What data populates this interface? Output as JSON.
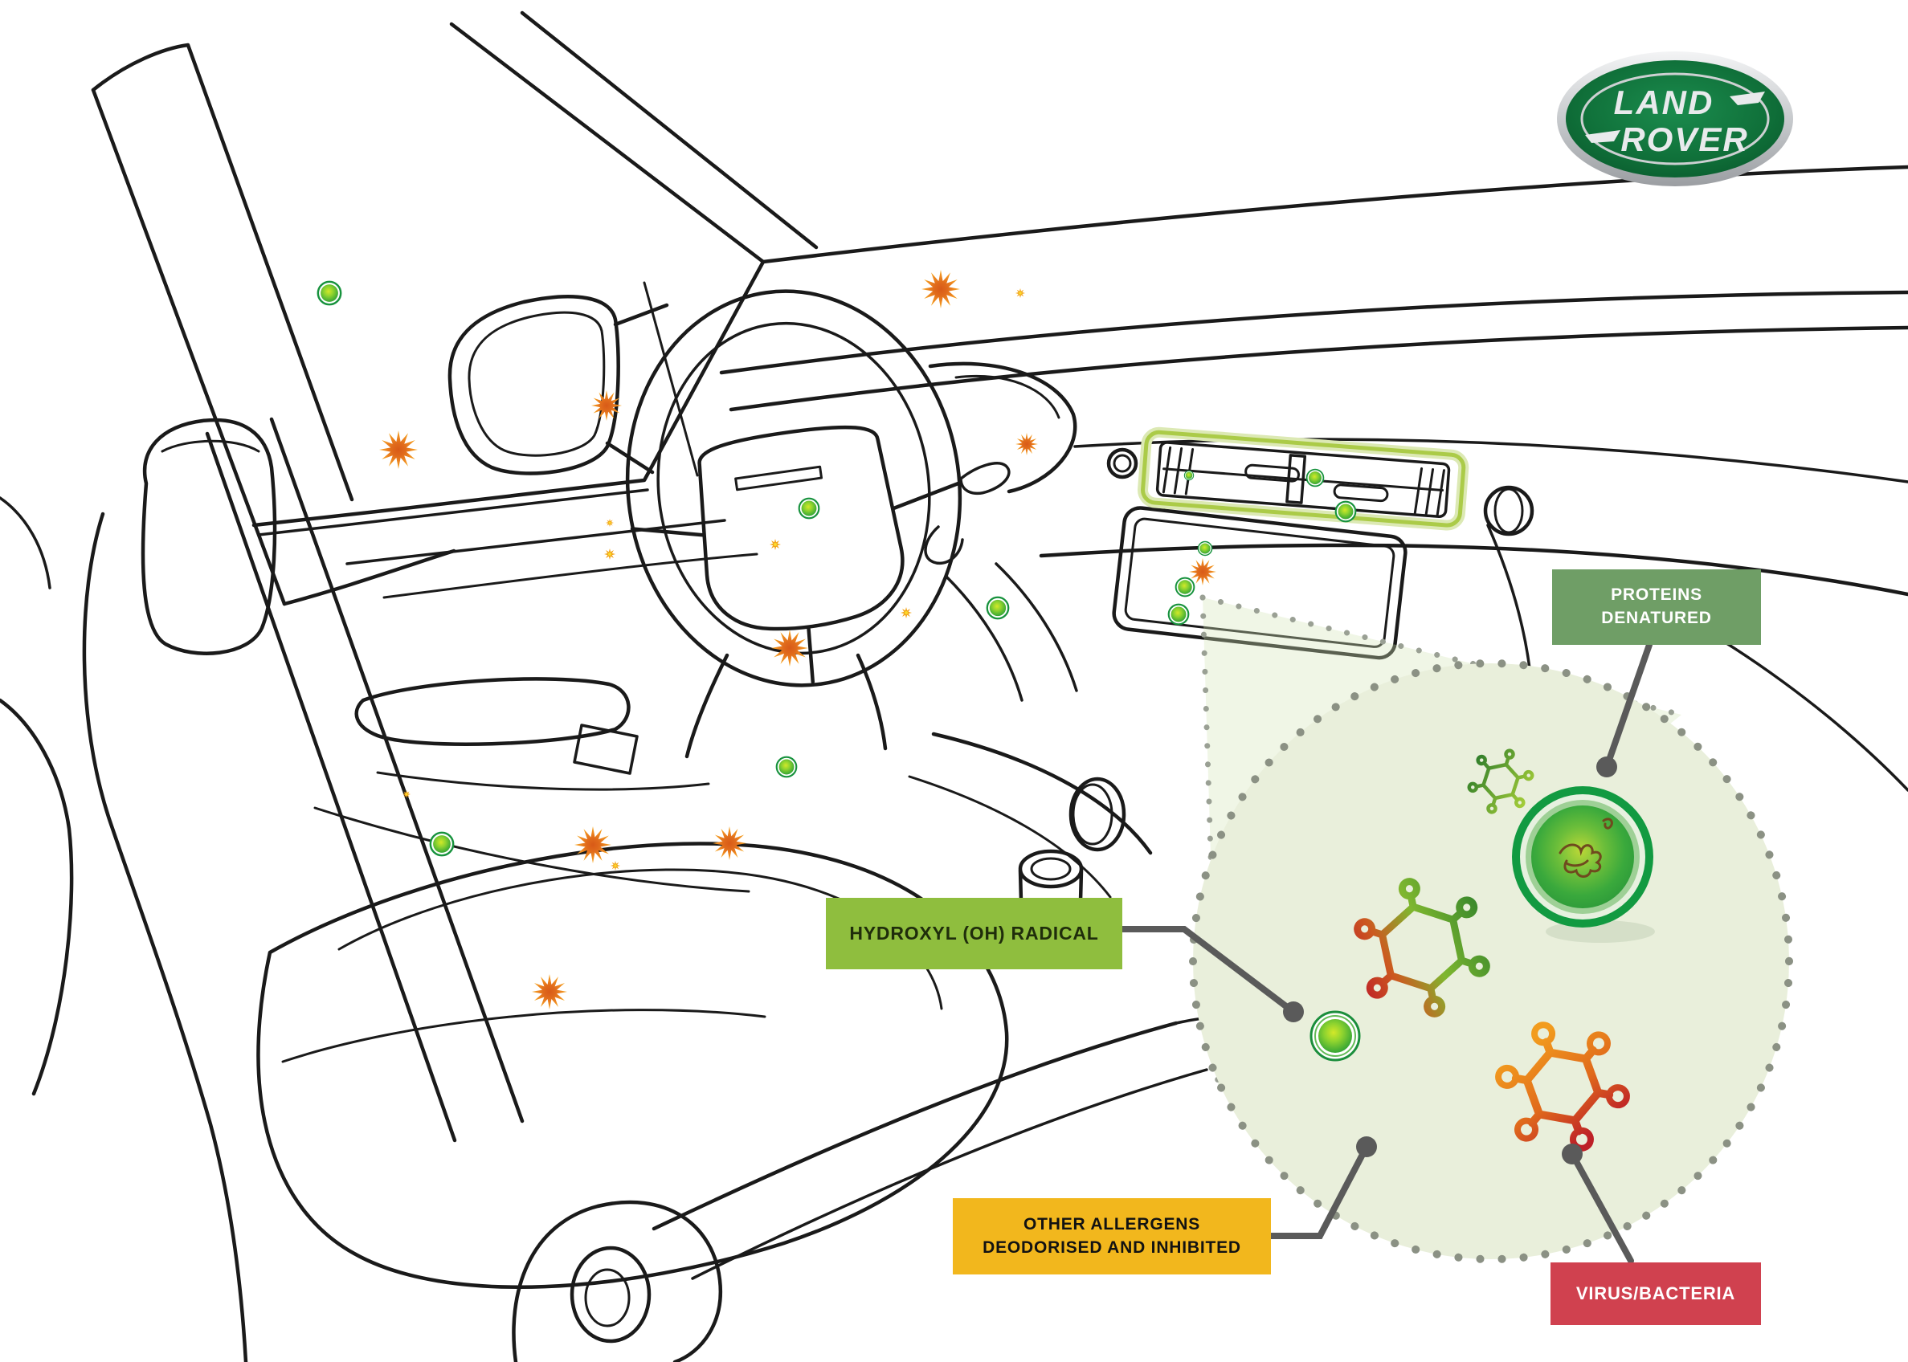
{
  "brand": {
    "name": "Land Rover",
    "logo_word_top": "LAND",
    "logo_word_bottom": "ROVER",
    "logo_green": "#0d6b36",
    "logo_silver": "#c9cccf"
  },
  "callouts": {
    "proteins": {
      "line1": "PROTEINS",
      "line2": "DENATURED",
      "bg": "#6f9e66",
      "fg": "#ffffff"
    },
    "hydroxyl": {
      "text": "HYDROXYL (OH) RADICAL",
      "bg": "#8fbe3e",
      "fg": "#1f2d0b"
    },
    "allergens": {
      "line1": "OTHER ALLERGENS",
      "line2": "DEODORISED AND INHIBITED",
      "bg": "#f2b71d",
      "fg": "#121212"
    },
    "virus": {
      "text": "VIRUS/BACTERIA",
      "bg": "#d0414f",
      "fg": "#ffffff"
    }
  },
  "magnifier": {
    "fill": "#e9efdb",
    "items": [
      "hydroxyl-radical",
      "proteins-denatured-cell",
      "denatured-virus",
      "degrading-virus",
      "virus-bacteria",
      "inhibited-allergen-dots"
    ]
  },
  "highlight": {
    "air_vent_outline": "#abcb48"
  },
  "icon_legend": {
    "green-particle": "hydroxyl (OH) radical",
    "orange-burst": "allergen / contaminant",
    "yellow-dot": "deodorised allergen",
    "tiny-star": "small allergen particle"
  },
  "particles": {
    "bursts": [
      [
        496,
        560,
        24
      ],
      [
        755,
        505,
        19
      ],
      [
        1171,
        360,
        24
      ],
      [
        1278,
        553,
        14
      ],
      [
        983,
        807,
        23
      ],
      [
        738,
        1052,
        23
      ],
      [
        908,
        1050,
        21
      ],
      [
        684,
        1235,
        22
      ],
      [
        1497,
        712,
        17
      ]
    ],
    "radicals": [
      [
        410,
        365,
        15
      ],
      [
        1007,
        633,
        13
      ],
      [
        1242,
        757,
        14
      ],
      [
        550,
        1051,
        15
      ],
      [
        979,
        955,
        13
      ],
      [
        1637,
        595,
        11
      ],
      [
        1675,
        637,
        13
      ],
      [
        1500,
        683,
        9
      ],
      [
        1475,
        731,
        12
      ],
      [
        1467,
        765,
        13
      ],
      [
        1480,
        592,
        6
      ]
    ],
    "ring_dots": [
      [
        1719,
        947,
        9
      ],
      [
        2134,
        1075,
        12
      ],
      [
        1718,
        1388,
        12
      ]
    ],
    "tiny_stars": [
      [
        759,
        690,
        7
      ],
      [
        1128,
        763,
        7
      ],
      [
        1270,
        365,
        6
      ],
      [
        965,
        678,
        7
      ],
      [
        506,
        989,
        5
      ],
      [
        766,
        1078,
        6
      ],
      [
        759,
        651,
        5
      ]
    ]
  }
}
